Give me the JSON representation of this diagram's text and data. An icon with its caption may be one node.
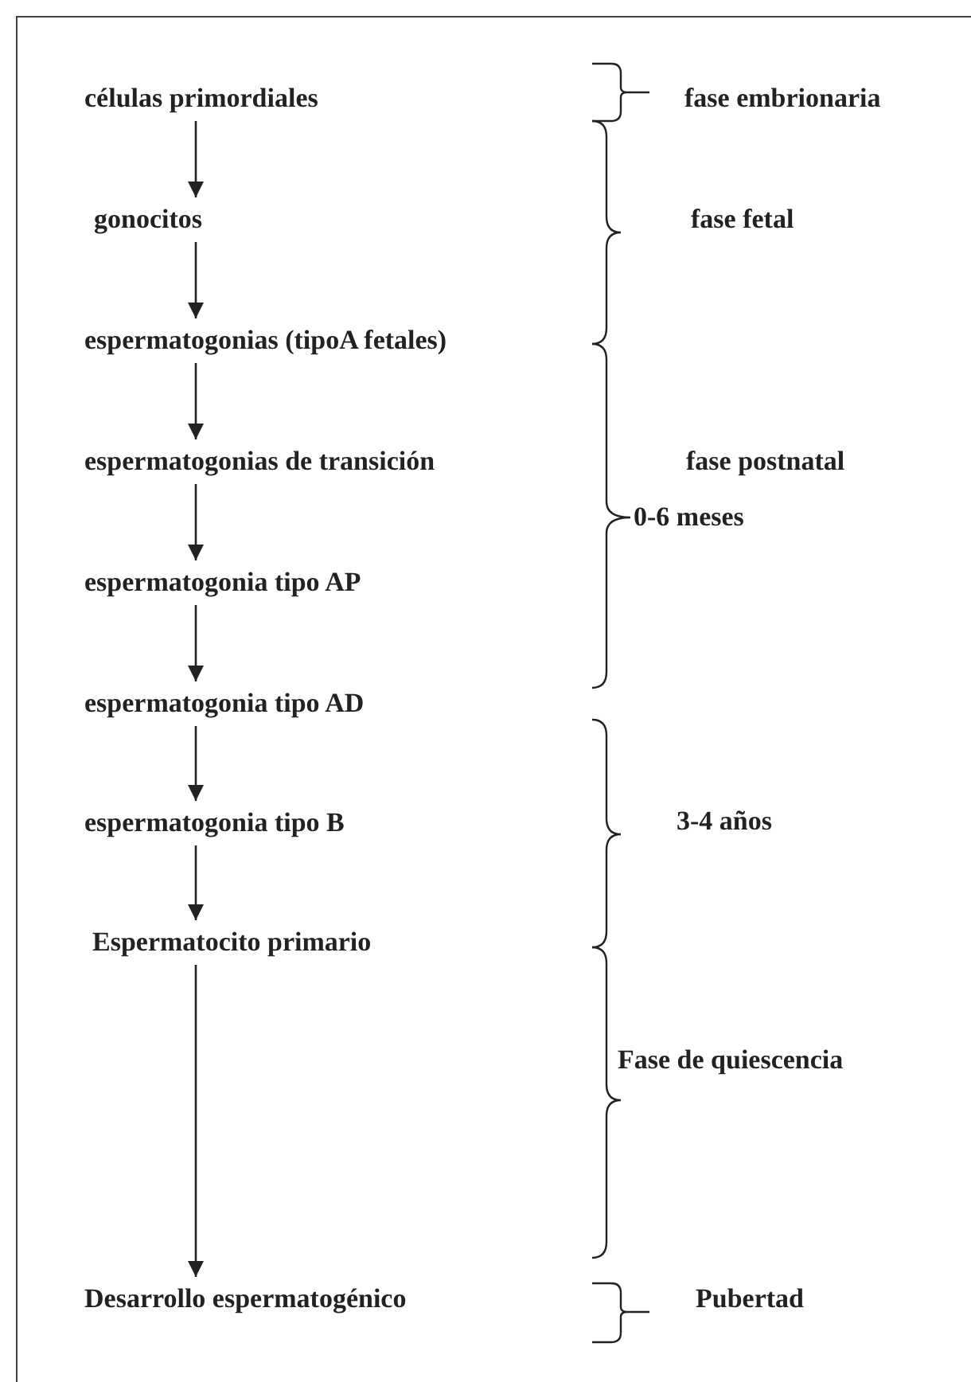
{
  "diagram": {
    "nodes": [
      {
        "text": [
          "células primordiales"
        ]
      },
      {
        "text": [
          "gonocitos"
        ]
      },
      {
        "text": [
          "espermatogonias (tipoA fetales)"
        ]
      },
      {
        "text": [
          "espermatogonias de transición"
        ]
      },
      {
        "text": [
          "espermatogonia tipo AP"
        ]
      },
      {
        "text": [
          "espermatogonia tipo AD"
        ]
      },
      {
        "text": [
          "espermatogonia tipo B"
        ]
      },
      {
        "text": [
          "Espermatocito primario"
        ]
      },
      {
        "text": [
          "Desarrollo espermatogénico"
        ]
      }
    ],
    "edges": [
      {
        "from": 0,
        "to": 1,
        "arrow": "to"
      },
      {
        "from": 1,
        "to": 2,
        "arrow": "to"
      },
      {
        "from": 2,
        "to": 3,
        "arrow": "to"
      },
      {
        "from": 3,
        "to": 4,
        "arrow": "to"
      },
      {
        "from": 4,
        "to": 5,
        "arrow": "to"
      },
      {
        "from": 5,
        "to": 6,
        "arrow": "to"
      },
      {
        "from": 6,
        "to": 7,
        "arrow": "to"
      },
      {
        "from": 7,
        "to": 8,
        "arrow": "to"
      }
    ],
    "labels": [
      "fase embrionaria",
      "fase fetal",
      "fase postnatal",
      "0-6 meses",
      "3-4 años",
      "Fase de quiescencia",
      "Pubertad"
    ]
  }
}
